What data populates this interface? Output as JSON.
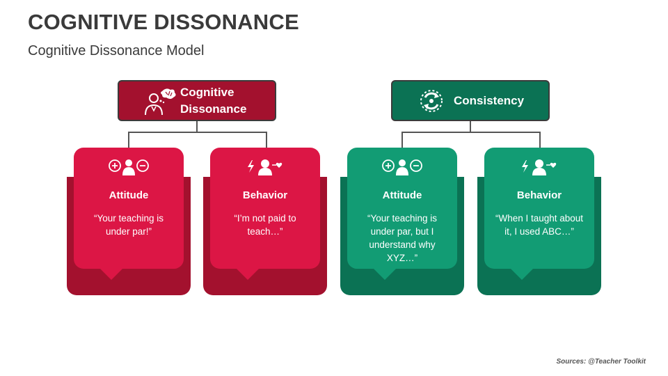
{
  "title": "COGNITIVE DISSONANCE",
  "subtitle": "Cognitive Dissonance Model",
  "source": "Sources: @Teacher Toolkit",
  "colors": {
    "red_dark": "#a3112e",
    "red_light": "#dc1645",
    "green_dark": "#0b7254",
    "green_light": "#129c74"
  },
  "groups": [
    {
      "header": {
        "line1": "Cognitive",
        "line2": "Dissonance",
        "icon": "confused-person-icon"
      },
      "cards": [
        {
          "title": "Attitude",
          "quote": "“Your teaching is under par!”",
          "icon": "plus-person-minus-icon"
        },
        {
          "title": "Behavior",
          "quote": "“I’m not paid to teach…”",
          "icon": "lightning-person-heart-icon"
        }
      ]
    },
    {
      "header": {
        "line1": "Consistency",
        "line2": "",
        "icon": "cycle-arrows-icon"
      },
      "cards": [
        {
          "title": "Attitude",
          "quote": "“Your teaching is under par, but I understand why XYZ…”",
          "icon": "plus-person-minus-icon"
        },
        {
          "title": "Behavior",
          "quote": "“When I taught about it, I used ABC…”",
          "icon": "lightning-person-heart-icon"
        }
      ]
    }
  ]
}
